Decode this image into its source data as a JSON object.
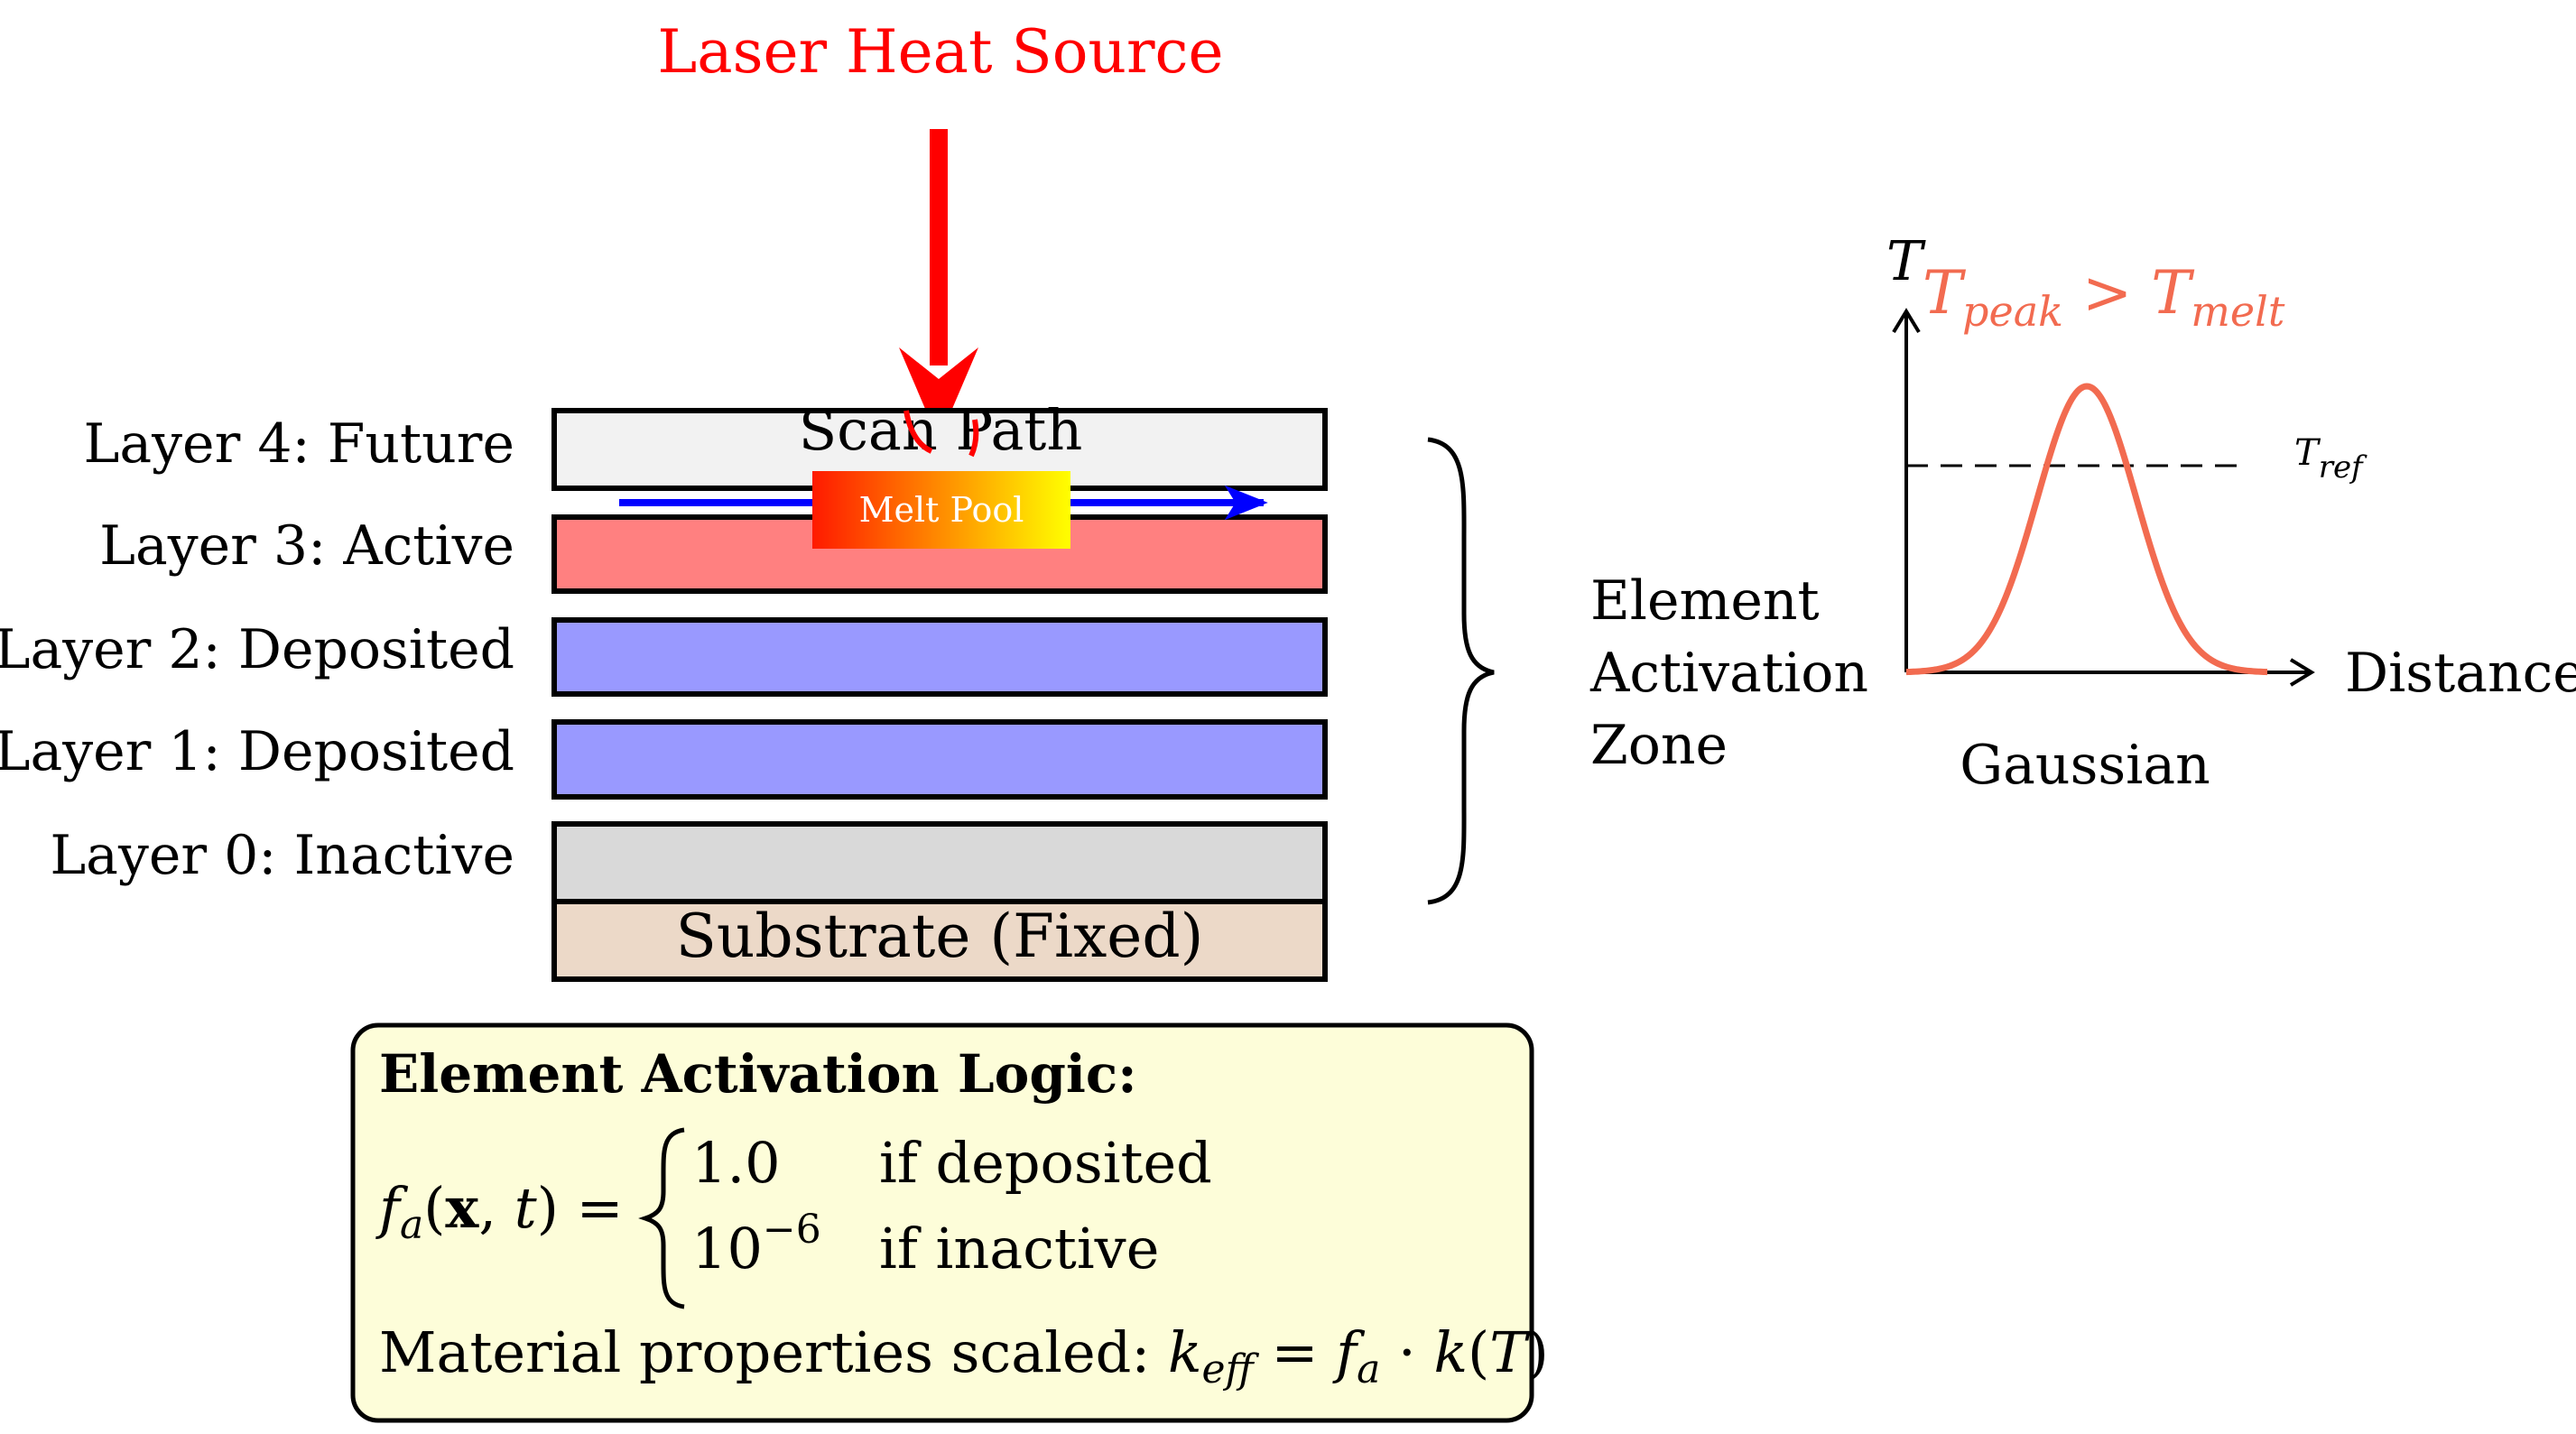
{
  "heat_source": {
    "label": "Laser Heat Source",
    "color": "#ff0000"
  },
  "layers": [
    {
      "label": "Layer 4: Future",
      "color": "#f2f2f2"
    },
    {
      "label": "Layer 3: Active",
      "color": "#ff8080"
    },
    {
      "label": "Layer 2: Deposited",
      "color": "#9999ff"
    },
    {
      "label": "Layer 1: Deposited",
      "color": "#9999ff"
    },
    {
      "label": "Layer 0: Inactive",
      "color": "#d9d9d9"
    }
  ],
  "substrate": {
    "label": "Substrate (Fixed)",
    "color": "#ecd9c8"
  },
  "scan_path": {
    "label": "Scan Path",
    "color": "#0000ff"
  },
  "melt_pool": {
    "label": "Melt Pool",
    "gradient_start": "#ff1a00",
    "gradient_end": "#ffff00"
  },
  "zone": {
    "line1": "Element",
    "line2": "Activation",
    "line3": "Zone"
  },
  "profile_plot": {
    "y_axis_label": "T",
    "x_axis_label": "Distance",
    "caption": "Gaussian",
    "peak_label_main1": "T",
    "peak_label_sub1": "peak",
    "peak_label_op": " > ",
    "peak_label_main2": "T",
    "peak_label_sub2": "melt",
    "ref_label_main": "T",
    "ref_label_sub": "ref",
    "curve_color": "#f26b50"
  },
  "logic_box": {
    "title": "Element Activation Logic:",
    "lhs_f": "f",
    "lhs_sub": "a",
    "lhs_open": "(",
    "lhs_x": "x",
    "lhs_comma": ", ",
    "lhs_t": "t",
    "lhs_close": ")",
    "lhs_eq": " =",
    "case1_value": "1.0",
    "case1_condition": "if deposited",
    "case2_base": "10",
    "case2_exp": "−6",
    "case2_condition": "if inactive",
    "scaled_text": "Material properties scaled: ",
    "k_main": "k",
    "k_sub": "eff",
    "eq": " = ",
    "f_main": "f",
    "f_sub": "a",
    "dot": " · ",
    "kT_main": "k",
    "kT_rest": "(",
    "kT_T": "T",
    "kT_close": ")",
    "fill_color": "#fdfdd9"
  }
}
